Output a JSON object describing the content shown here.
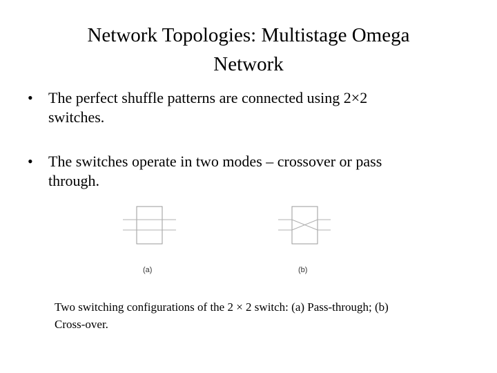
{
  "slide": {
    "title_line1": "Network Topologies: Multistage Omega",
    "title_line2": "Network",
    "bullet_symbol": "•",
    "bullets": [
      {
        "line1": "The perfect shuffle patterns are connected using 2×2",
        "line2": "switches."
      },
      {
        "line1": "The switches operate in two modes – crossover or pass",
        "line2": "through."
      }
    ],
    "figure": {
      "label_a": "(a)",
      "label_b": "(b)"
    },
    "caption_line1": "Two switching configurations of the 2 × 2 switch: (a) Pass-through; (b)",
    "caption_line2": "Cross-over."
  }
}
